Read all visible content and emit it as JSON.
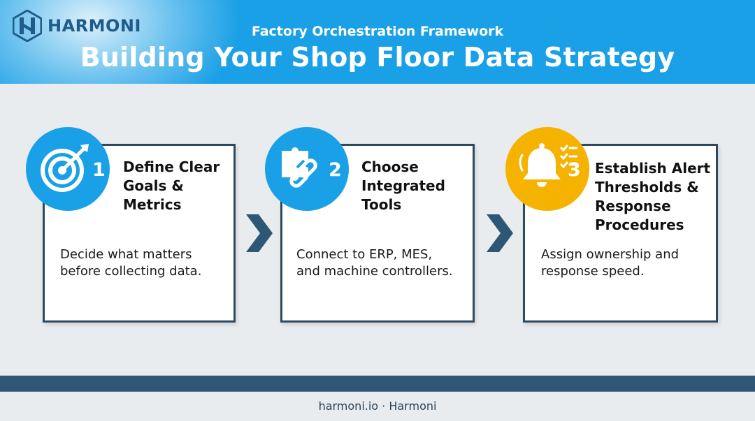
{
  "header": {
    "logo_text": "HARMONI",
    "subtitle": "Factory Orchestration Framework",
    "title": "Building Your Shop Floor Data Strategy"
  },
  "steps": [
    {
      "number": "1",
      "icon": "target-icon",
      "title_lines": [
        "Define Clear",
        "Goals &",
        "Metrics"
      ],
      "desc_lines": [
        "Decide what matters",
        "before collecting data."
      ]
    },
    {
      "number": "2",
      "icon": "puzzle-link-icon",
      "title_lines": [
        "Choose",
        "Integrated",
        "Tools"
      ],
      "desc_lines": [
        "Connect to ERP, MES,",
        "and machine controllers."
      ]
    },
    {
      "number": "3",
      "icon": "bell-checklist-icon",
      "title_lines": [
        "Establish Alert",
        "Thresholds &",
        "Response",
        "Procedures"
      ],
      "desc_lines": [
        "Assign ownership and",
        "response speed."
      ]
    }
  ],
  "footer": {
    "text": "harmoni.io · Harmoni"
  },
  "colors": {
    "header_blue": "#1aa0e6",
    "accent_yellow": "#f5b300",
    "navy": "#2e4a60",
    "footer_bar": "#2e5775",
    "background": "#e9ecee"
  }
}
